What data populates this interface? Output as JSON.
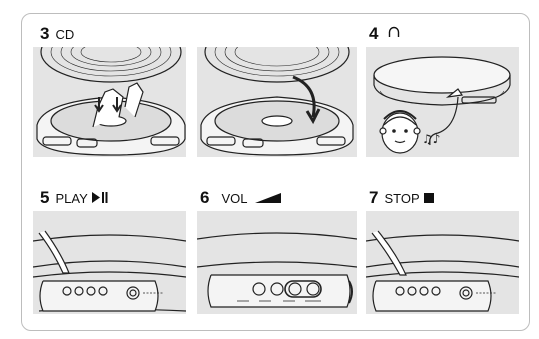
{
  "steps": [
    {
      "number": "3",
      "label": "CD"
    },
    {
      "number": "4",
      "label": ""
    },
    {
      "number": "5",
      "label": "PLAY"
    },
    {
      "number": "6",
      "label": "VOL"
    },
    {
      "number": "7",
      "label": "STOP"
    }
  ],
  "icons": {
    "step4": "headphones-icon",
    "step5": "play-pause-icon",
    "step6": "volume-ramp-icon",
    "step7": "stop-icon"
  },
  "colors": {
    "panel_bg": "#e4e4e4",
    "line": "#222222",
    "frame": "#bdbdbd"
  }
}
